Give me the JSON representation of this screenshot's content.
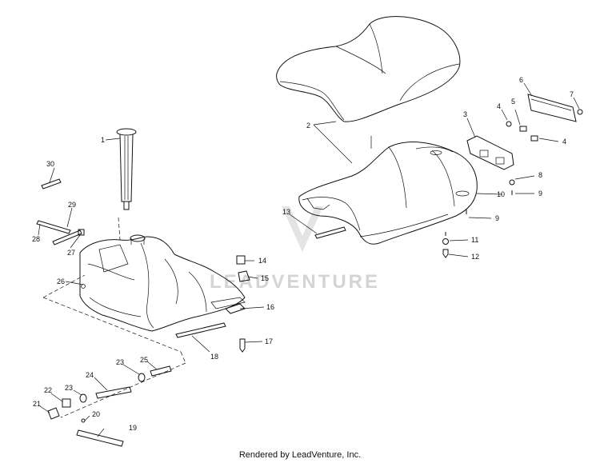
{
  "footer": {
    "text": "Rendered by LeadVenture, Inc."
  },
  "watermark": {
    "text": "LEADVENTURE",
    "color": "#d4d4d4"
  },
  "callouts": {
    "c1": "1",
    "c2": "2",
    "c3": "3",
    "c4a": "4",
    "c4b": "4",
    "c5": "5",
    "c6": "6",
    "c7": "7",
    "c8": "8",
    "c9a": "9",
    "c9b": "9",
    "c10": "10",
    "c11": "11",
    "c12": "12",
    "c13": "13",
    "c14": "14",
    "c15": "15",
    "c16": "16",
    "c17": "17",
    "c18": "18",
    "c19": "19",
    "c20": "20",
    "c21": "21",
    "c22": "22",
    "c23a": "23",
    "c23b": "23",
    "c24": "24",
    "c25": "25",
    "c26": "26",
    "c27": "27",
    "c28": "28",
    "c29": "29",
    "c30": "30"
  }
}
